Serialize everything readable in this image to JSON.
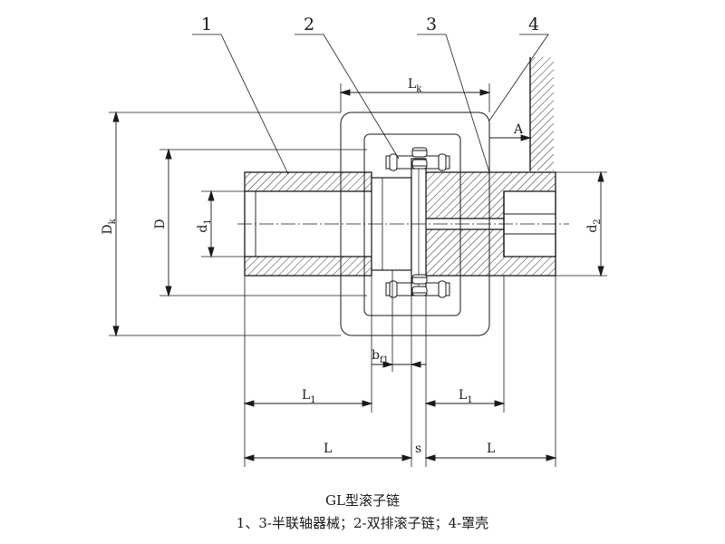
{
  "callouts": {
    "c1": "1",
    "c2": "2",
    "c3": "3",
    "c4": "4"
  },
  "dimensions": {
    "Lk": "L",
    "Lk_sub": "k",
    "A": "A",
    "Dk": "D",
    "Dk_sub": "k",
    "D": "D",
    "d1": "d",
    "d1_sub": "1",
    "d2": "d",
    "d2_sub": "2",
    "bf1": "b",
    "bf1_sub": "f1",
    "L1_left": "L",
    "L1_left_sub": "1",
    "L1_right": "L",
    "L1_right_sub": "1",
    "L_left": "L",
    "s": "s",
    "L_right": "L"
  },
  "caption": {
    "title": "GL型滚子链",
    "legend": "1、3-半联轴器械；2-双排滚子链；4-罩壳"
  }
}
